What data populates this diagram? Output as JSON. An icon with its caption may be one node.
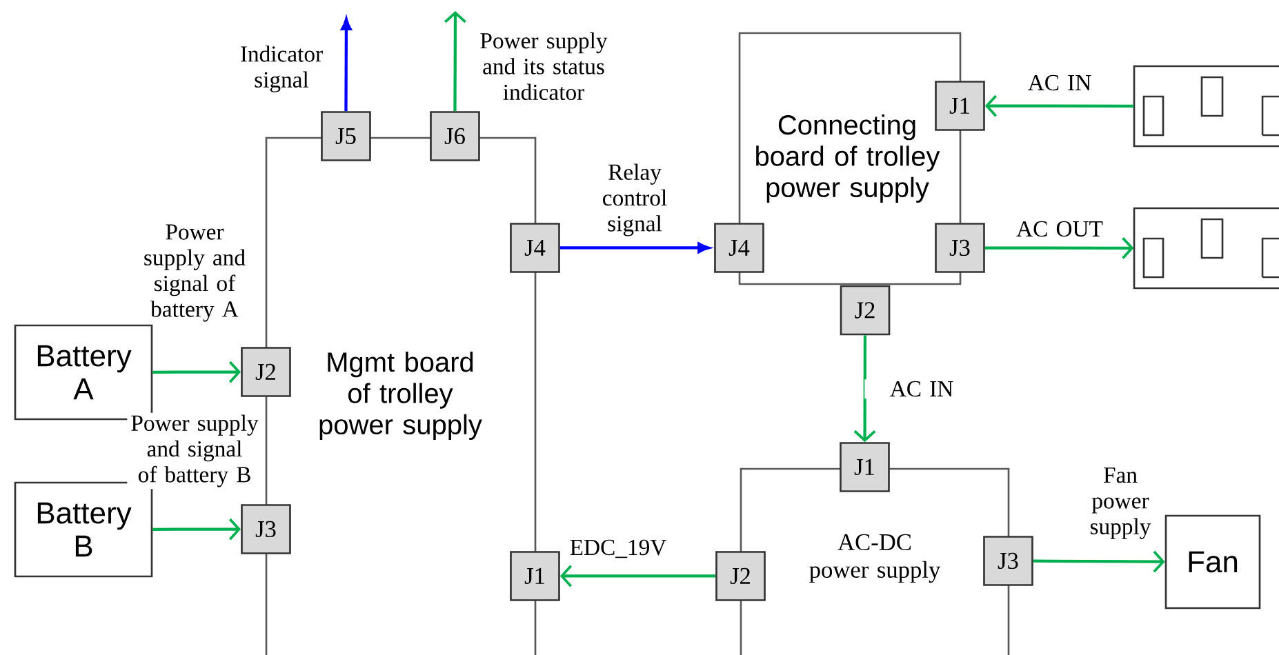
{
  "diagram": {
    "nodes": [
      {
        "text": [
          "Mgmt board of trolley power supply"
        ]
      },
      {
        "text": [
          "J5"
        ],
        "in": 0
      },
      {
        "text": [
          "J6"
        ],
        "in": 0
      },
      {
        "text": [
          "J4"
        ],
        "in": 0
      },
      {
        "text": [
          "J2"
        ],
        "in": 0
      },
      {
        "text": [
          "J3"
        ],
        "in": 0
      },
      {
        "text": [
          "J1"
        ],
        "in": 0
      },
      {
        "text": [
          "Battery A"
        ]
      },
      {
        "text": [
          "Battery B"
        ]
      },
      {
        "text": [
          "Connecting board of trolley power supply"
        ]
      },
      {
        "text": [
          "J1"
        ],
        "in": 9
      },
      {
        "text": [
          "J4"
        ],
        "in": 9
      },
      {
        "text": [
          "J3"
        ],
        "in": 9
      },
      {
        "text": [
          "J2"
        ]
      },
      {
        "text": [],
        "shape": "picture"
      },
      {
        "text": [],
        "shape": "picture"
      },
      {
        "text": [
          "AC-DC power supply"
        ]
      },
      {
        "text": [
          "J1"
        ],
        "in": 16
      },
      {
        "text": [
          "J2"
        ],
        "in": 16
      },
      {
        "text": [
          "J3"
        ],
        "in": 16
      },
      {
        "text": [
          "Fan"
        ]
      }
    ],
    "edges": [
      {
        "from": 1,
        "to": null,
        "arrow": "to",
        "label": "Indicator signal",
        "color": "#0000ff"
      },
      {
        "from": 2,
        "to": null,
        "arrow": "to",
        "label": "Power supply and its status indicator"
      },
      {
        "from": 3,
        "to": 11,
        "arrow": "to",
        "label": "Relay control signal",
        "color": "#0000ff"
      },
      {
        "from": 7,
        "to": 4,
        "arrow": "to",
        "label": "Power supply and signal of battery A"
      },
      {
        "from": 8,
        "to": 5,
        "arrow": "to",
        "label": "Power supply and signal of battery B"
      },
      {
        "from": 14,
        "to": 10,
        "arrow": "to",
        "label": "AC IN"
      },
      {
        "from": 12,
        "to": 15,
        "arrow": "to",
        "label": "AC OUT"
      },
      {
        "from": 13,
        "to": 17,
        "arrow": "to",
        "label": "AC IN"
      },
      {
        "from": 18,
        "to": 6,
        "arrow": "to",
        "label": "EDC_19V"
      },
      {
        "from": 19,
        "to": 20,
        "arrow": "to",
        "label": "Fan power supply"
      }
    ]
  }
}
